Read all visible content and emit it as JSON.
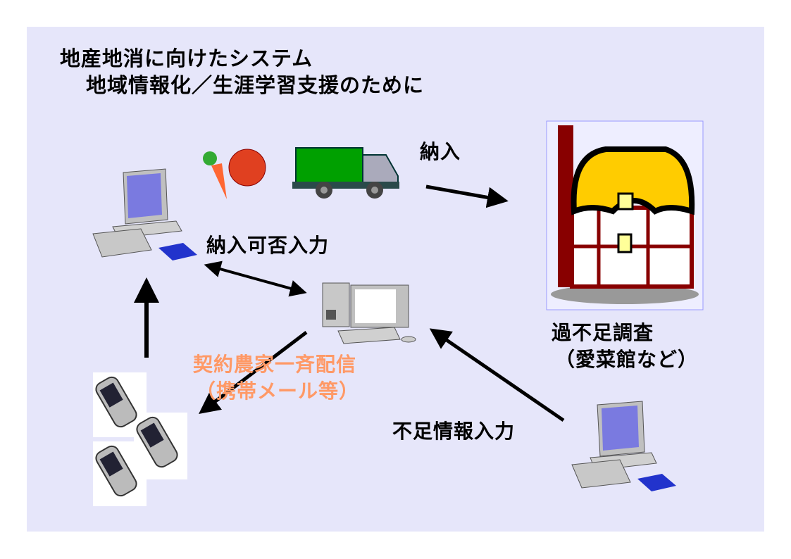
{
  "title": {
    "line1": "地産地消に向けたシステム",
    "line2": "地域情報化／生涯学習支援のために"
  },
  "labels": {
    "delivery": "納入",
    "delivery_input": "納入可否入力",
    "survey": "過不足調査",
    "survey_sub": "（愛菜館など）",
    "shortage_input": "不足情報入力",
    "broadcast": "契約農家一斉配信",
    "broadcast_sub": "（携帯メール等）"
  },
  "colors": {
    "background": "#e6e6fa",
    "broadcast_text": "#ff9966",
    "truck": "#00a000",
    "house_roof": "#ffcc00"
  }
}
